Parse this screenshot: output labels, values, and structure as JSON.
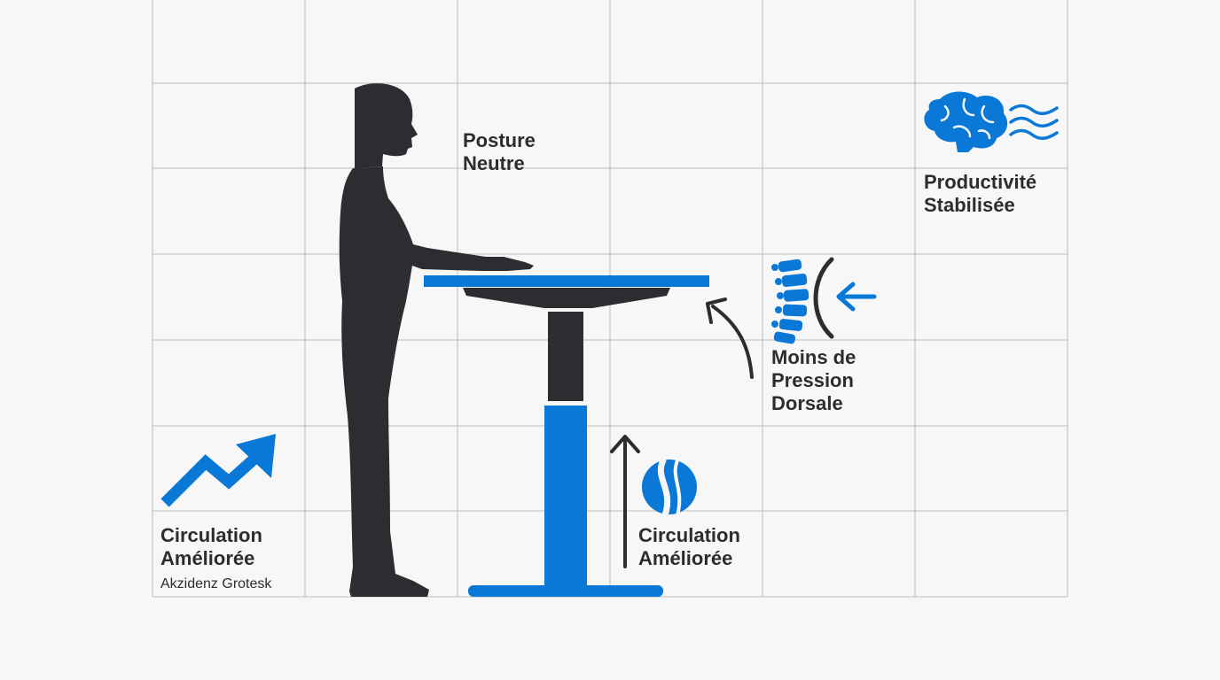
{
  "labels": {
    "posture": {
      "line1": "Posture",
      "line2": "Neutre"
    },
    "productivity": {
      "line1": "Productivité",
      "line2": "Stabilisée"
    },
    "back_pressure": {
      "line1": "Moins de",
      "line2": "Pression",
      "line3": "Dorsale"
    },
    "circulation_left": {
      "line1": "Circulation",
      "line2": "Améliorée"
    },
    "circulation_center": {
      "line1": "Circulation",
      "line2": "Améliorée"
    },
    "font_caption": "Akzidenz Grotesk"
  },
  "colors": {
    "accent_blue": "#0a78d6",
    "figure_dark": "#2b2d30",
    "grid_line": "#b9bcc0",
    "background": "#f7f7f7"
  },
  "icons": {
    "trend": "trend-up-arrow-icon",
    "brain": "brain-icon",
    "waves": "waves-icon",
    "spine": "spine-icon",
    "pressure": "pressure-arrow-icon",
    "blood_flow": "blood-flow-icon",
    "up_arrow": "up-arrow-icon",
    "curved_arrow": "curved-arrow-icon"
  }
}
